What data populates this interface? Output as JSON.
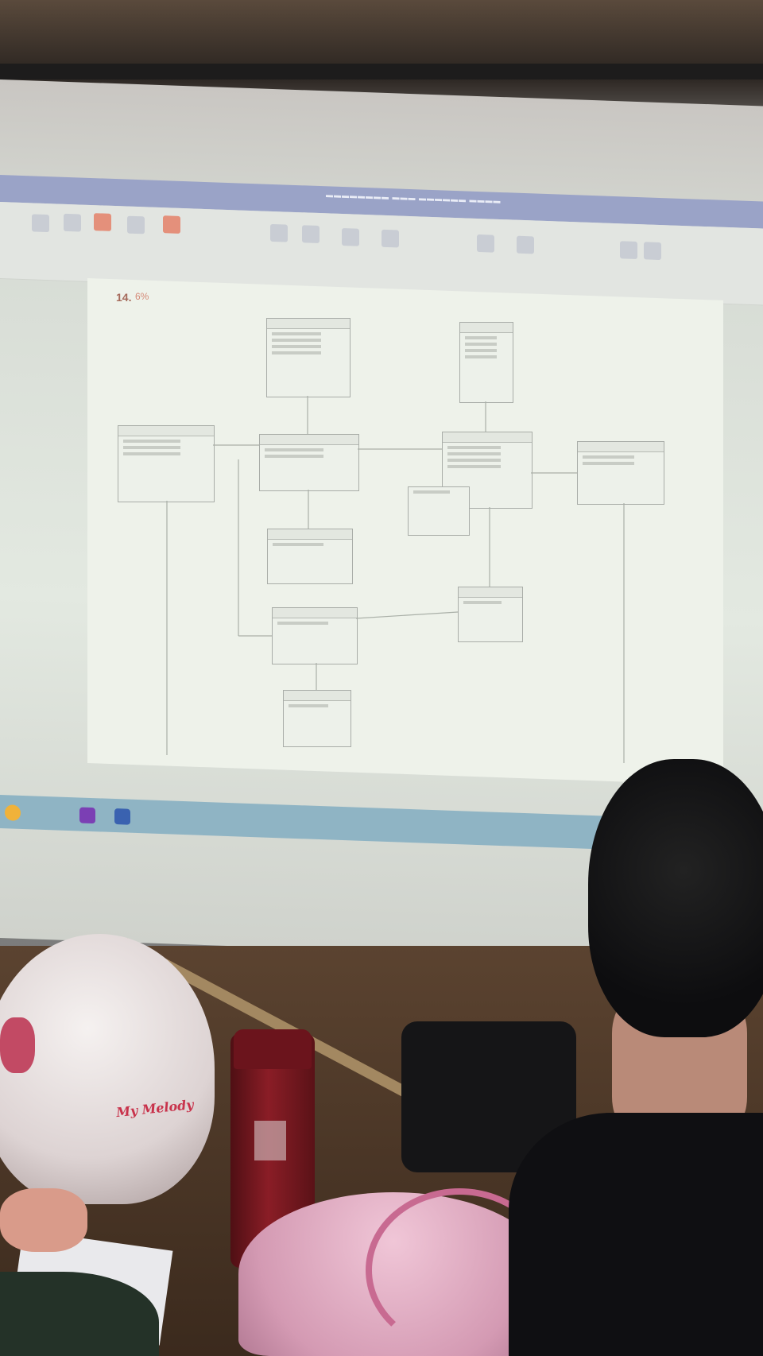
{
  "document": {
    "heading_number": "14.",
    "heading_suffix": "6%"
  },
  "helmet": {
    "brand_text": "My Melody"
  },
  "colors": {
    "projection_titlebar": "#9aa3c7",
    "taskbar": "#8fb4c4",
    "helmet_text": "#c8324b",
    "bottle": "#8a1d26",
    "pouch": "#d49ab3"
  },
  "icons": [
    "start-orb-icon",
    "media-player-icon",
    "word-icon"
  ]
}
